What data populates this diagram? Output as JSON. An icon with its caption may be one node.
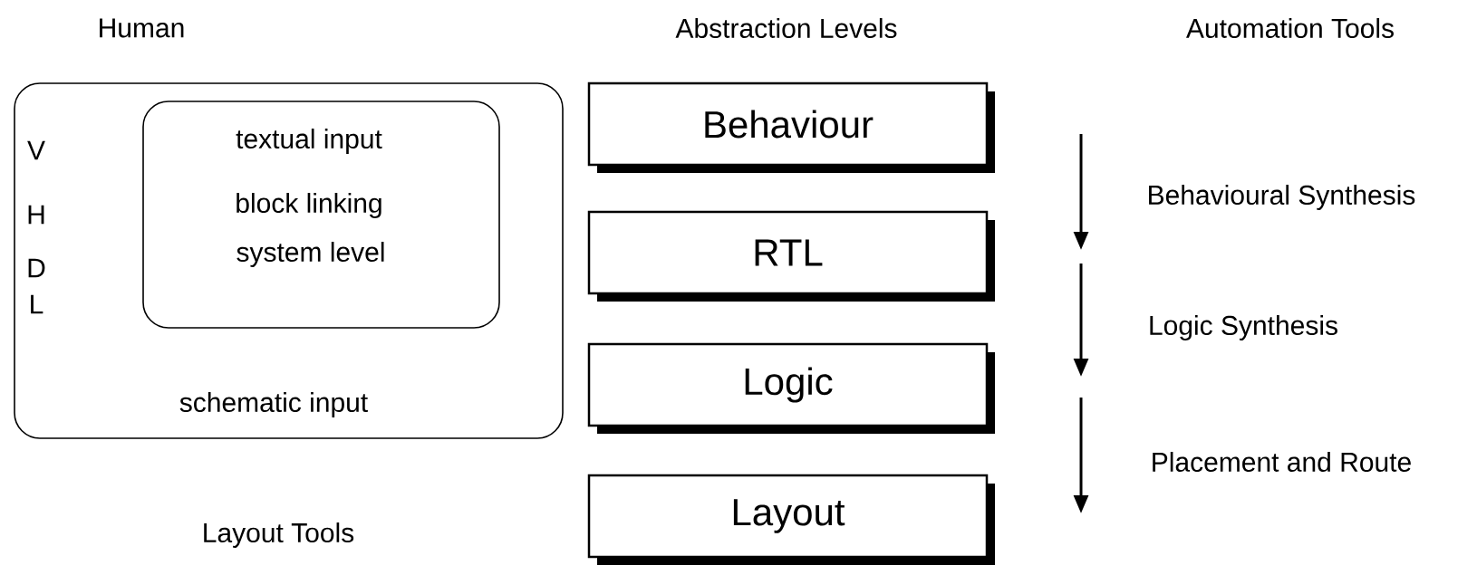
{
  "diagram": {
    "nodes": [
      {
        "text": [
          "V",
          "H",
          "D",
          "L",
          "schematic input"
        ]
      },
      {
        "text": [
          "textual input",
          "block linking",
          "system level"
        ],
        "in": 0
      },
      {
        "text": [
          "Behaviour"
        ]
      },
      {
        "text": [
          "RTL"
        ]
      },
      {
        "text": [
          "Logic"
        ]
      },
      {
        "text": [
          "Layout"
        ]
      }
    ],
    "labels": [
      "Human",
      "Abstraction Levels",
      "Automation Tools",
      "Behavioural Synthesis",
      "Logic Synthesis",
      "Placement and Route",
      "Layout Tools"
    ]
  }
}
